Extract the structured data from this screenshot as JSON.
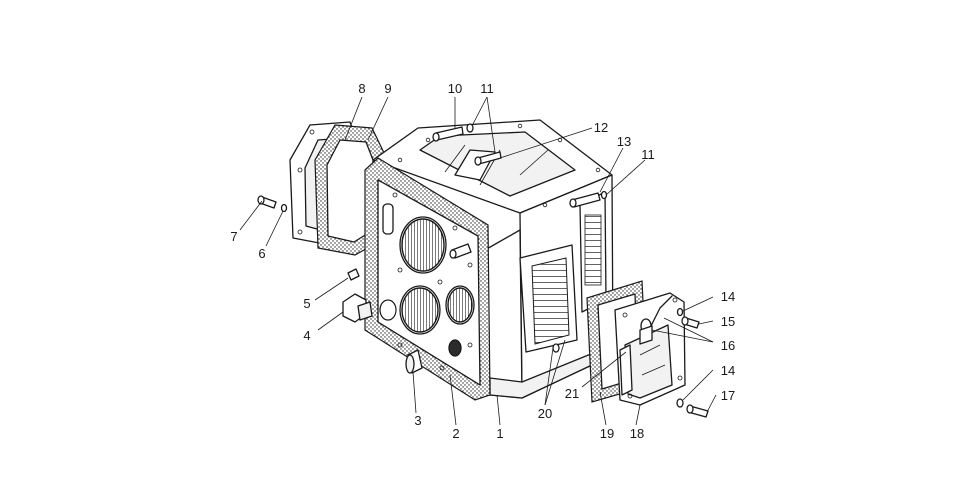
{
  "diagram": {
    "callouts": [
      {
        "id": "p1",
        "label": "1"
      },
      {
        "id": "p2",
        "label": "2"
      },
      {
        "id": "p3",
        "label": "3"
      },
      {
        "id": "p4",
        "label": "4"
      },
      {
        "id": "p5",
        "label": "5"
      },
      {
        "id": "p6",
        "label": "6"
      },
      {
        "id": "p7",
        "label": "7"
      },
      {
        "id": "p8",
        "label": "8"
      },
      {
        "id": "p9",
        "label": "9"
      },
      {
        "id": "p10",
        "label": "10"
      },
      {
        "id": "p11a",
        "label": "11"
      },
      {
        "id": "p11b",
        "label": "11"
      },
      {
        "id": "p12",
        "label": "12"
      },
      {
        "id": "p13",
        "label": "13"
      },
      {
        "id": "p14a",
        "label": "14"
      },
      {
        "id": "p14b",
        "label": "14"
      },
      {
        "id": "p15",
        "label": "15"
      },
      {
        "id": "p16",
        "label": "16"
      },
      {
        "id": "p17",
        "label": "17"
      },
      {
        "id": "p18",
        "label": "18"
      },
      {
        "id": "p19",
        "label": "19"
      },
      {
        "id": "p20",
        "label": "20"
      },
      {
        "id": "p21",
        "label": "21"
      }
    ]
  }
}
